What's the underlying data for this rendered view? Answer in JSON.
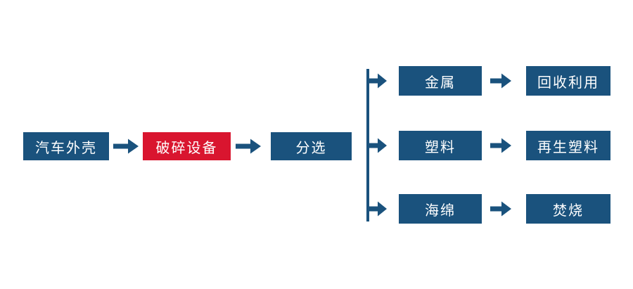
{
  "colors": {
    "node_blue": "#1A527D",
    "node_red": "#D9152F",
    "arrow_blue": "#1A527D",
    "node_text": "#FFFFFF",
    "background": "#FFFFFF"
  },
  "flow": {
    "main_nodes": [
      {
        "label": "汽车外壳",
        "color": "blue"
      },
      {
        "label": "破碎设备",
        "color": "red"
      },
      {
        "label": "分选",
        "color": "blue"
      }
    ],
    "branches": [
      {
        "material": "金属",
        "outcome": "回收利用"
      },
      {
        "material": "塑料",
        "outcome": "再生塑料"
      },
      {
        "material": "海绵",
        "outcome": "焚烧"
      }
    ]
  }
}
